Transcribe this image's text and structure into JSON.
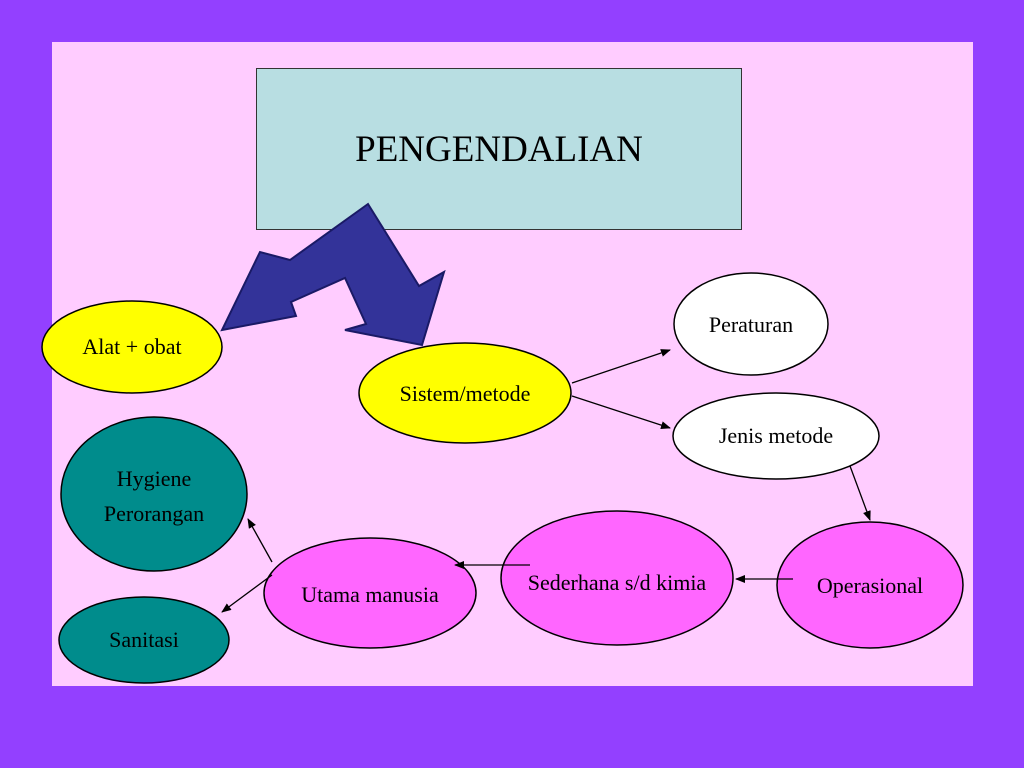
{
  "title": "PENGENDALIAN",
  "nodes": {
    "alat_obat": "Alat + obat",
    "sistem_metode": "Sistem/metode",
    "peraturan": "Peraturan",
    "jenis_metode": "Jenis metode",
    "hygiene_line1": "Hygiene",
    "hygiene_line2": "Perorangan",
    "sanitasi": "Sanitasi",
    "utama_manusia": "Utama manusia",
    "sederhana_kimia": "Sederhana s/d kimia",
    "operasional": "Operasional"
  },
  "colors": {
    "background": "#9340FF",
    "panel": "#FFCCFF",
    "title_box": "#B8DEE2",
    "yellow": "#FFFF00",
    "white": "#FFFFFF",
    "teal": "#008C8C",
    "magenta": "#FF66FF",
    "block_arrow": "#333399"
  }
}
